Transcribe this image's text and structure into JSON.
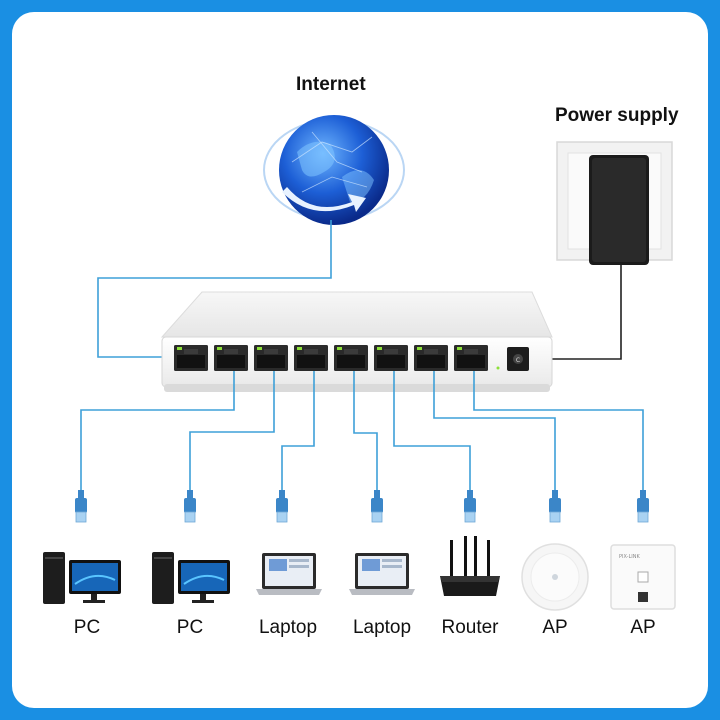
{
  "labels": {
    "internet": "Internet",
    "power_supply": "Power supply"
  },
  "devices": [
    {
      "label": "PC",
      "icon": "pc-icon"
    },
    {
      "label": "PC",
      "icon": "pc-icon"
    },
    {
      "label": "Laptop",
      "icon": "laptop-icon"
    },
    {
      "label": "Laptop",
      "icon": "laptop-icon"
    },
    {
      "label": "Router",
      "icon": "router-icon"
    },
    {
      "label": "AP",
      "icon": "ceiling-ap-icon"
    },
    {
      "label": "AP",
      "icon": "wall-ap-icon"
    }
  ],
  "switch": {
    "port_count": 8,
    "dc_label": "DC"
  },
  "colors": {
    "frame": "#1a8fe3",
    "cable": "#3ea0d8",
    "connector": "#3b86c8",
    "power_cable": "#222222",
    "led": "#8de03a"
  }
}
